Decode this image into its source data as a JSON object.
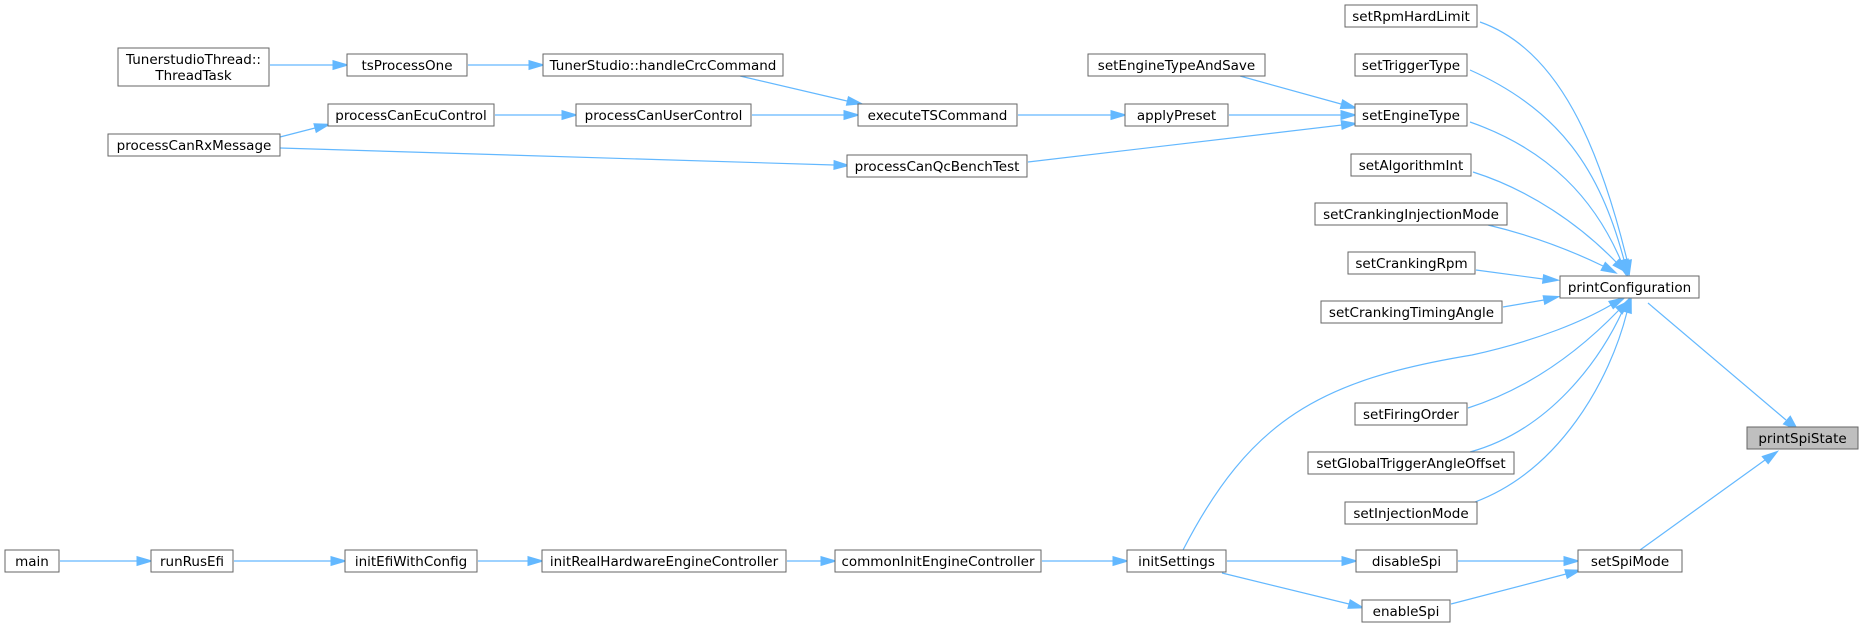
{
  "colors": {
    "edge": "#63b8ff",
    "node_border": "#666666",
    "node_fill": "#ffffff",
    "highlight_fill": "#bfbfbf",
    "text": "#000000"
  },
  "nodes": [
    {
      "id": "printSpiState",
      "lines": [
        "printSpiState"
      ],
      "highlight": true
    },
    {
      "id": "printConfiguration",
      "lines": [
        "printConfiguration"
      ]
    },
    {
      "id": "setSpiMode",
      "lines": [
        "setSpiMode"
      ]
    },
    {
      "id": "setRpmHardLimit",
      "lines": [
        "setRpmHardLimit"
      ]
    },
    {
      "id": "setTriggerType",
      "lines": [
        "setTriggerType"
      ]
    },
    {
      "id": "setEngineType",
      "lines": [
        "setEngineType"
      ]
    },
    {
      "id": "setAlgorithmInt",
      "lines": [
        "setAlgorithmInt"
      ]
    },
    {
      "id": "setCrankingInjectionMode",
      "lines": [
        "setCrankingInjectionMode"
      ]
    },
    {
      "id": "setCrankingRpm",
      "lines": [
        "setCrankingRpm"
      ]
    },
    {
      "id": "setCrankingTimingAngle",
      "lines": [
        "setCrankingTimingAngle"
      ]
    },
    {
      "id": "setFiringOrder",
      "lines": [
        "setFiringOrder"
      ]
    },
    {
      "id": "setGlobalTriggerAngleOffset",
      "lines": [
        "setGlobalTriggerAngleOffset"
      ]
    },
    {
      "id": "setInjectionMode",
      "lines": [
        "setInjectionMode"
      ]
    },
    {
      "id": "setEngineTypeAndSave",
      "lines": [
        "setEngineTypeAndSave"
      ]
    },
    {
      "id": "applyPreset",
      "lines": [
        "applyPreset"
      ]
    },
    {
      "id": "processCanQcBenchTest",
      "lines": [
        "processCanQcBenchTest"
      ]
    },
    {
      "id": "executeTSCommand",
      "lines": [
        "executeTSCommand"
      ]
    },
    {
      "id": "TunerStudioHandleCrc",
      "lines": [
        "TunerStudio::handleCrcCommand"
      ]
    },
    {
      "id": "processCanUserControl",
      "lines": [
        "processCanUserControl"
      ]
    },
    {
      "id": "tsProcessOne",
      "lines": [
        "tsProcessOne"
      ]
    },
    {
      "id": "TunerstudioThreadTask",
      "lines": [
        "TunerstudioThread::",
        "ThreadTask"
      ]
    },
    {
      "id": "processCanEcuControl",
      "lines": [
        "processCanEcuControl"
      ]
    },
    {
      "id": "processCanRxMessage",
      "lines": [
        "processCanRxMessage"
      ]
    },
    {
      "id": "initSettings",
      "lines": [
        "initSettings"
      ]
    },
    {
      "id": "disableSpi",
      "lines": [
        "disableSpi"
      ]
    },
    {
      "id": "enableSpi",
      "lines": [
        "enableSpi"
      ]
    },
    {
      "id": "commonInitEngineController",
      "lines": [
        "commonInitEngineController"
      ]
    },
    {
      "id": "initRealHardwareEngineController",
      "lines": [
        "initRealHardwareEngineController"
      ]
    },
    {
      "id": "initEfiWithConfig",
      "lines": [
        "initEfiWithConfig"
      ]
    },
    {
      "id": "runRusEfi",
      "lines": [
        "runRusEfi"
      ]
    },
    {
      "id": "main",
      "lines": [
        "main"
      ]
    }
  ],
  "edges": [
    [
      "printConfiguration",
      "printSpiState"
    ],
    [
      "setSpiMode",
      "printSpiState"
    ],
    [
      "setRpmHardLimit",
      "printConfiguration"
    ],
    [
      "setTriggerType",
      "printConfiguration"
    ],
    [
      "setEngineType",
      "printConfiguration"
    ],
    [
      "setAlgorithmInt",
      "printConfiguration"
    ],
    [
      "setCrankingInjectionMode",
      "printConfiguration"
    ],
    [
      "setCrankingRpm",
      "printConfiguration"
    ],
    [
      "setCrankingTimingAngle",
      "printConfiguration"
    ],
    [
      "initSettings",
      "printConfiguration"
    ],
    [
      "setFiringOrder",
      "printConfiguration"
    ],
    [
      "setGlobalTriggerAngleOffset",
      "printConfiguration"
    ],
    [
      "setInjectionMode",
      "printConfiguration"
    ],
    [
      "setEngineTypeAndSave",
      "setEngineType"
    ],
    [
      "applyPreset",
      "setEngineType"
    ],
    [
      "processCanQcBenchTest",
      "setEngineType"
    ],
    [
      "executeTSCommand",
      "applyPreset"
    ],
    [
      "TunerStudioHandleCrc",
      "executeTSCommand"
    ],
    [
      "processCanUserControl",
      "executeTSCommand"
    ],
    [
      "tsProcessOne",
      "TunerStudioHandleCrc"
    ],
    [
      "TunerstudioThreadTask",
      "tsProcessOne"
    ],
    [
      "processCanEcuControl",
      "processCanUserControl"
    ],
    [
      "processCanRxMessage",
      "processCanEcuControl"
    ],
    [
      "processCanRxMessage",
      "processCanQcBenchTest"
    ],
    [
      "disableSpi",
      "setSpiMode"
    ],
    [
      "enableSpi",
      "setSpiMode"
    ],
    [
      "initSettings",
      "disableSpi"
    ],
    [
      "initSettings",
      "enableSpi"
    ],
    [
      "commonInitEngineController",
      "initSettings"
    ],
    [
      "initRealHardwareEngineController",
      "commonInitEngineController"
    ],
    [
      "initEfiWithConfig",
      "initRealHardwareEngineController"
    ],
    [
      "runRusEfi",
      "initEfiWithConfig"
    ],
    [
      "main",
      "runRusEfi"
    ]
  ]
}
